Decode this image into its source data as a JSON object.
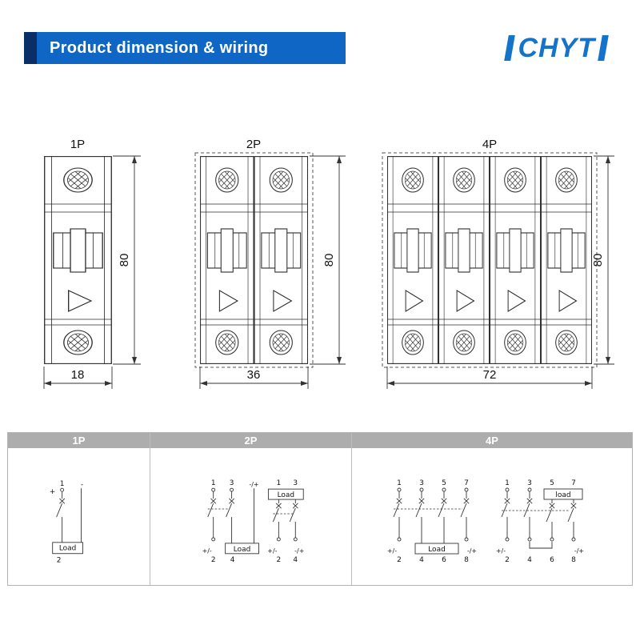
{
  "header": {
    "title": "Product dimension & wiring",
    "logo_text": "CHYT"
  },
  "colors": {
    "banner_blue": "#0f66c5",
    "banner_accent_navy": "#0a2e66",
    "logo_blue": "#1573c9",
    "table_header_bg": "#adadad",
    "drawing_line": "#2a2a2a"
  },
  "drawings": {
    "p1": {
      "label": "1P",
      "height": "80",
      "width": "18"
    },
    "p2": {
      "label": "2P",
      "height": "80",
      "width": "36"
    },
    "p4": {
      "label": "4P",
      "height": "80",
      "width": "72"
    }
  },
  "wiring": {
    "headers": [
      "1P",
      "2P",
      "4P"
    ],
    "p1": {
      "t1": "1",
      "plus": "+",
      "minus": "-",
      "load": "Load",
      "b2": "2"
    },
    "p2a": {
      "t1": "1",
      "t3": "3",
      "mp": "-/+",
      "pm": "+/-",
      "load": "Load",
      "b2": "2",
      "b4": "4"
    },
    "p2b": {
      "t1": "1",
      "t3": "3",
      "pm": "+/-",
      "mp": "-/+",
      "load": "Load",
      "b2": "2",
      "b4": "4"
    },
    "p4a": {
      "t1": "1",
      "t3": "3",
      "t5": "5",
      "t7": "7",
      "pm": "+/-",
      "mp": "-/+",
      "load": "Load",
      "b2": "2",
      "b4": "4",
      "b6": "6",
      "b8": "8"
    },
    "p4b": {
      "t1": "1",
      "t3": "3",
      "t5": "5",
      "t7": "7",
      "pm": "+/-",
      "mp": "-/+",
      "load": "load",
      "b2": "2",
      "b4": "4",
      "b6": "6",
      "b8": "8"
    }
  }
}
